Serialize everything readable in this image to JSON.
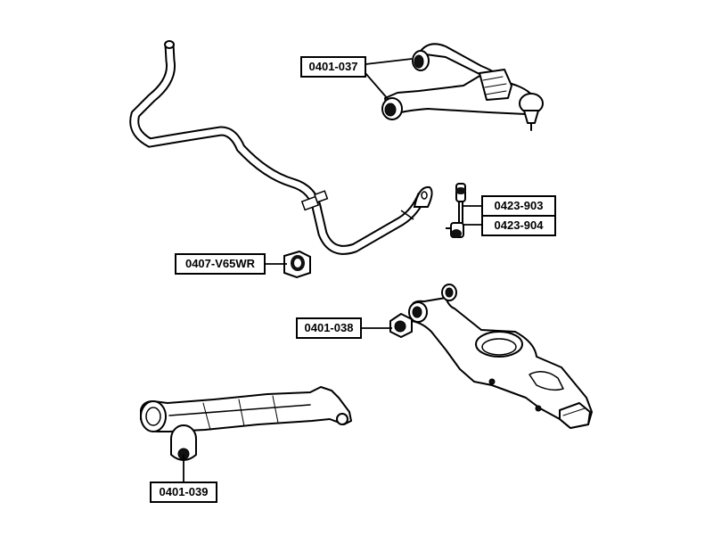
{
  "labels": {
    "upper_arm": "0401-037",
    "link_top": "0423-903",
    "link_bottom": "0423-904",
    "stab_bush": "0407-V65WR",
    "lower_arm": "0401-038",
    "trailing_arm": "0401-039"
  },
  "colors": {
    "line": "#000000",
    "background": "#ffffff",
    "hatch": "#000000"
  },
  "icons": {
    "stabilizer_bar": "stabilizer-bar-icon",
    "upper_control_arm": "upper-control-arm-icon",
    "stabilizer_link": "stabilizer-link-icon",
    "bushing": "bushing-icon",
    "lower_control_arm": "lower-control-arm-icon",
    "trailing_arm": "trailing-arm-icon"
  }
}
